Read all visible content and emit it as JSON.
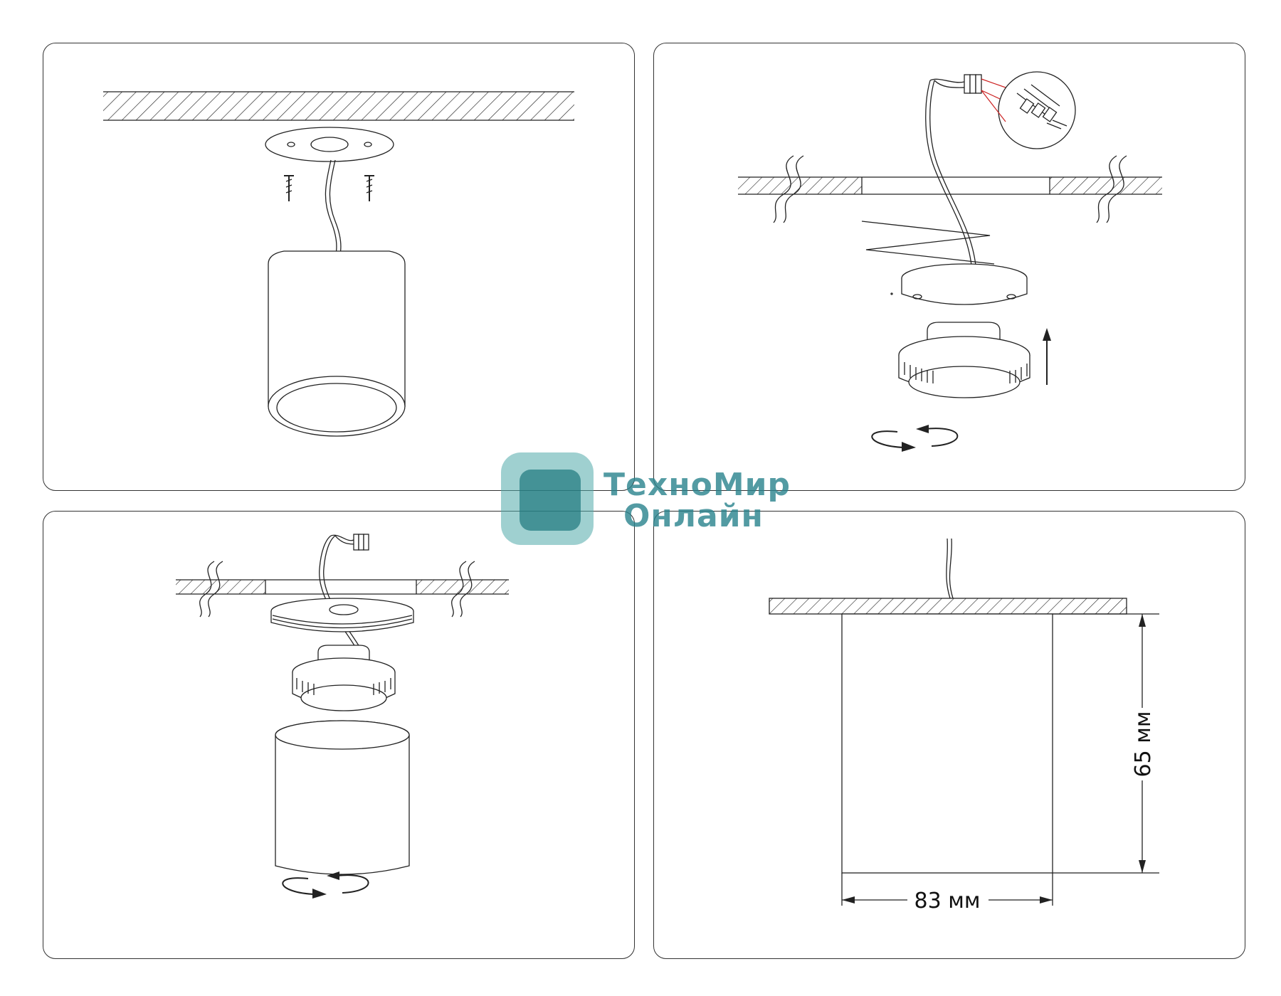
{
  "watermark": {
    "line1": "ТехноМир",
    "line2": "Онлайн"
  },
  "dimensions": {
    "height_label": "65 мм",
    "width_label": "83 мм"
  },
  "colors": {
    "line": "#222222",
    "watermark": "#2f8c93"
  }
}
